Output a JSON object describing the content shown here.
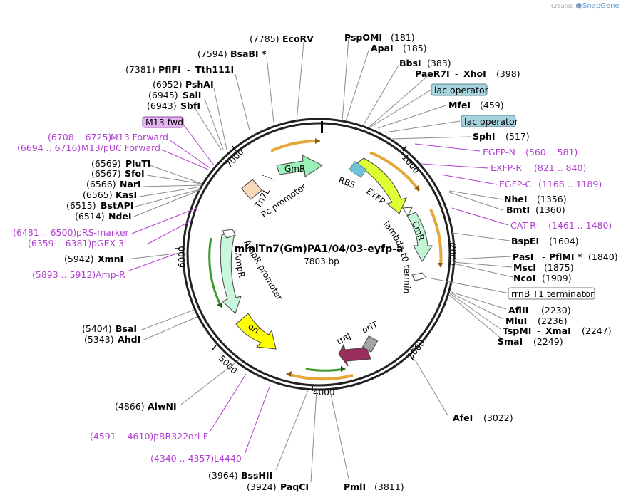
{
  "branding": {
    "created_by": "Created by",
    "product": "SnapGene"
  },
  "plasmid": {
    "name": "miniTn7(Gm)PA1/04/03-eyfp-a",
    "length_label": "7803 bp"
  },
  "ticks": [
    "1000",
    "2000",
    "3000",
    "4000",
    "5000",
    "6000",
    "7000"
  ],
  "sites": [
    {
      "name": "EcoRV",
      "pos": "(7785)"
    },
    {
      "name": "BsaBI *",
      "pos": "(7594)"
    },
    {
      "name": "PflFI",
      "name2": "Tth111I",
      "pos": "(7381)"
    },
    {
      "name": "PshAI",
      "pos": "(6952)"
    },
    {
      "name": "SalI",
      "pos": "(6945)"
    },
    {
      "name": "SbfI",
      "pos": "(6943)"
    },
    {
      "name": "PluTI",
      "pos": "(6569)"
    },
    {
      "name": "SfoI",
      "pos": "(6567)"
    },
    {
      "name": "NarI",
      "pos": "(6566)"
    },
    {
      "name": "KasI",
      "pos": "(6565)"
    },
    {
      "name": "BstAPI",
      "pos": "(6515)"
    },
    {
      "name": "NdeI",
      "pos": "(6514)"
    },
    {
      "name": "XmnI",
      "pos": "(5942)"
    },
    {
      "name": "BsaI",
      "pos": "(5404)"
    },
    {
      "name": "AhdI",
      "pos": "(5343)"
    },
    {
      "name": "AlwNI",
      "pos": "(4866)"
    },
    {
      "name": "BssHII",
      "pos": "(3964)"
    },
    {
      "name": "PaqCI",
      "pos": "(3924)"
    },
    {
      "name": "PmlI",
      "pos": "(3811)"
    },
    {
      "name": "AfeI",
      "pos": "(3022)"
    },
    {
      "name": "SmaI",
      "pos": "(2249)"
    },
    {
      "name": "TspMI",
      "name2": "XmaI",
      "pos": "(2247)"
    },
    {
      "name": "MluI",
      "pos": "(2236)"
    },
    {
      "name": "AflII",
      "pos": "(2230)"
    },
    {
      "name": "NcoI",
      "pos": "(1909)"
    },
    {
      "name": "MscI",
      "pos": "(1875)"
    },
    {
      "name": "PasI",
      "name2": "PflMI *",
      "pos": "(1840)"
    },
    {
      "name": "BspEI",
      "pos": "(1604)"
    },
    {
      "name": "BmtI",
      "pos": "(1360)"
    },
    {
      "name": "NheI",
      "pos": "(1356)"
    },
    {
      "name": "SphI",
      "pos": "(517)"
    },
    {
      "name": "MfeI",
      "pos": "(459)"
    },
    {
      "name": "PaeR7I",
      "name2": "XhoI",
      "pos": "(398)"
    },
    {
      "name": "BbsI",
      "pos": "(383)"
    },
    {
      "name": "ApaI",
      "pos": "(185)"
    },
    {
      "name": "PspOMI",
      "pos": "(181)"
    }
  ],
  "primers": [
    {
      "name": "M13 Forward",
      "range": "(6708 .. 6725)"
    },
    {
      "name": "M13/pUC Forward",
      "range": "(6694 .. 6716)"
    },
    {
      "name": "pRS-marker",
      "range": "(6481 .. 6500)"
    },
    {
      "name": "pGEX 3'",
      "range": "(6359 .. 6381)"
    },
    {
      "name": "Amp-R",
      "range": "(5893 .. 5912)"
    },
    {
      "name": "pBR322ori-F",
      "range": "(4591 .. 4610)"
    },
    {
      "name": "L4440",
      "range": "(4340 .. 4357)"
    },
    {
      "name": "EGFP-N",
      "range": "(560 .. 581)"
    },
    {
      "name": "EXFP-R",
      "range": "(821 .. 840)"
    },
    {
      "name": "EGFP-C",
      "range": "(1168 .. 1189)"
    },
    {
      "name": "CAT-R",
      "range": "(1461 .. 1480)"
    }
  ],
  "boxed_features": [
    {
      "name": "M13 fwd"
    },
    {
      "name": "lac operator"
    },
    {
      "name": "lac operator"
    },
    {
      "name": "rrnB T1 terminator"
    }
  ],
  "features": {
    "gmr": "GmR",
    "rbs": "RBS",
    "eyfp": "EYFP",
    "cmr": "CmR",
    "lambda_t0": "lambda t0 terminator",
    "tn7l": "Tn7L",
    "pc_promoter": "Pc promoter",
    "ampr": "AmpR",
    "ampr_promoter": "AmpR promoter",
    "ori": "ori",
    "traj": "traJ",
    "orit": "oriT"
  },
  "colors": {
    "gmr": "#9bf0b8",
    "eyfp": "#ddff33",
    "cmr": "#c2f5d3",
    "ampr": "#c9f7dc",
    "ori": "#ffff00",
    "traj": "#992d5c",
    "orit": "#a3a3a3",
    "tn7l": "#f7d8b8",
    "orf": "#e6a63a",
    "orf_green": "#3c9a2a",
    "primer": "#b03fd1",
    "lac_box": "#a6d3dd",
    "m13_box": "#e5b3f2"
  }
}
